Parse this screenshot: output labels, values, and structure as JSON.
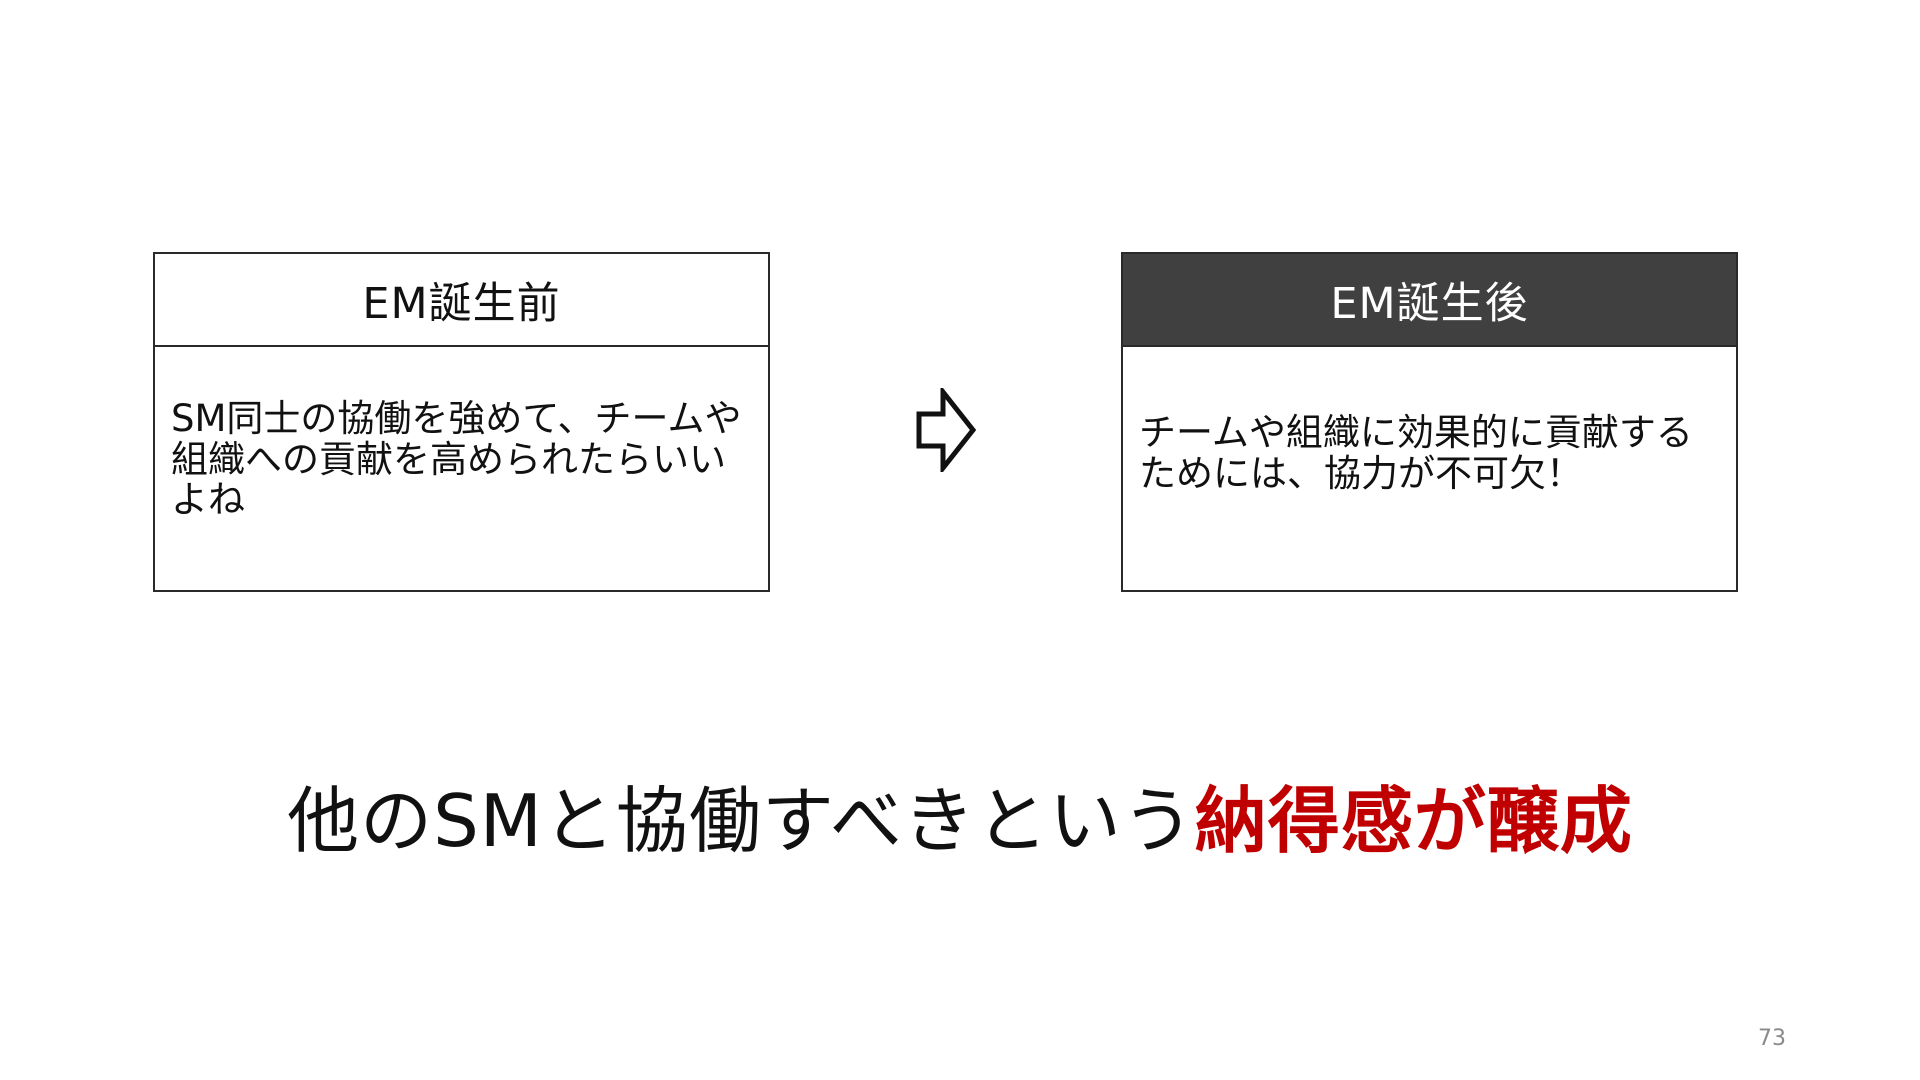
{
  "before_card": {
    "title": "EM誕生前",
    "body": "SM同士の協働を強めて、チームや組織への貢献を高められたらいいよね"
  },
  "after_card": {
    "title": "EM誕生後",
    "body": "チームや組織に効果的に貢献するためには、協力が不可欠！"
  },
  "transition_icon": "right-arrow-outline-icon",
  "conclusion": {
    "lead": "他のSMと協働すべきという",
    "emphasis": "納得感が醸成",
    "emphasis_color": "#c00000"
  },
  "colors": {
    "header_dark": "#404040",
    "border": "#2a2a2a"
  },
  "page_number": "73"
}
